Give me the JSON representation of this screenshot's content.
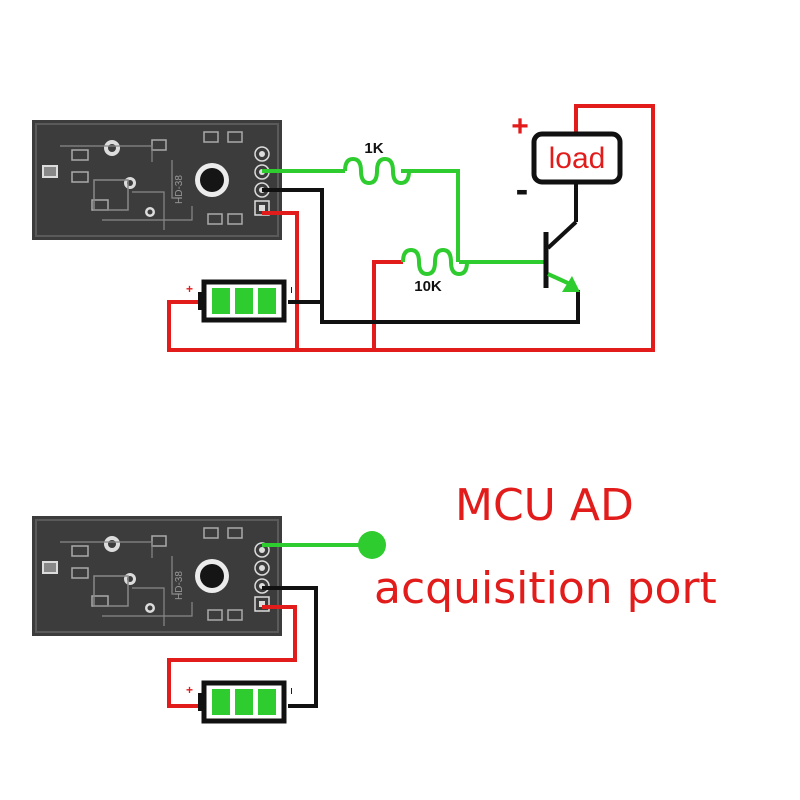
{
  "top_circuit": {
    "resistor_r1_label": "1K",
    "resistor_r2_label": "10K",
    "load_label": "load",
    "plus_sign": "+",
    "minus_sign": "-"
  },
  "bottom_circuit": {
    "adc_label_line1": "MCU AD",
    "adc_label_line2": "acquisition port"
  },
  "colors": {
    "signal_wire": "#2ecc2e",
    "power_wire": "#e21b1b",
    "ground_wire": "#111111",
    "board": "#3c3c3c",
    "battery_cells": "#2ecc2e"
  }
}
